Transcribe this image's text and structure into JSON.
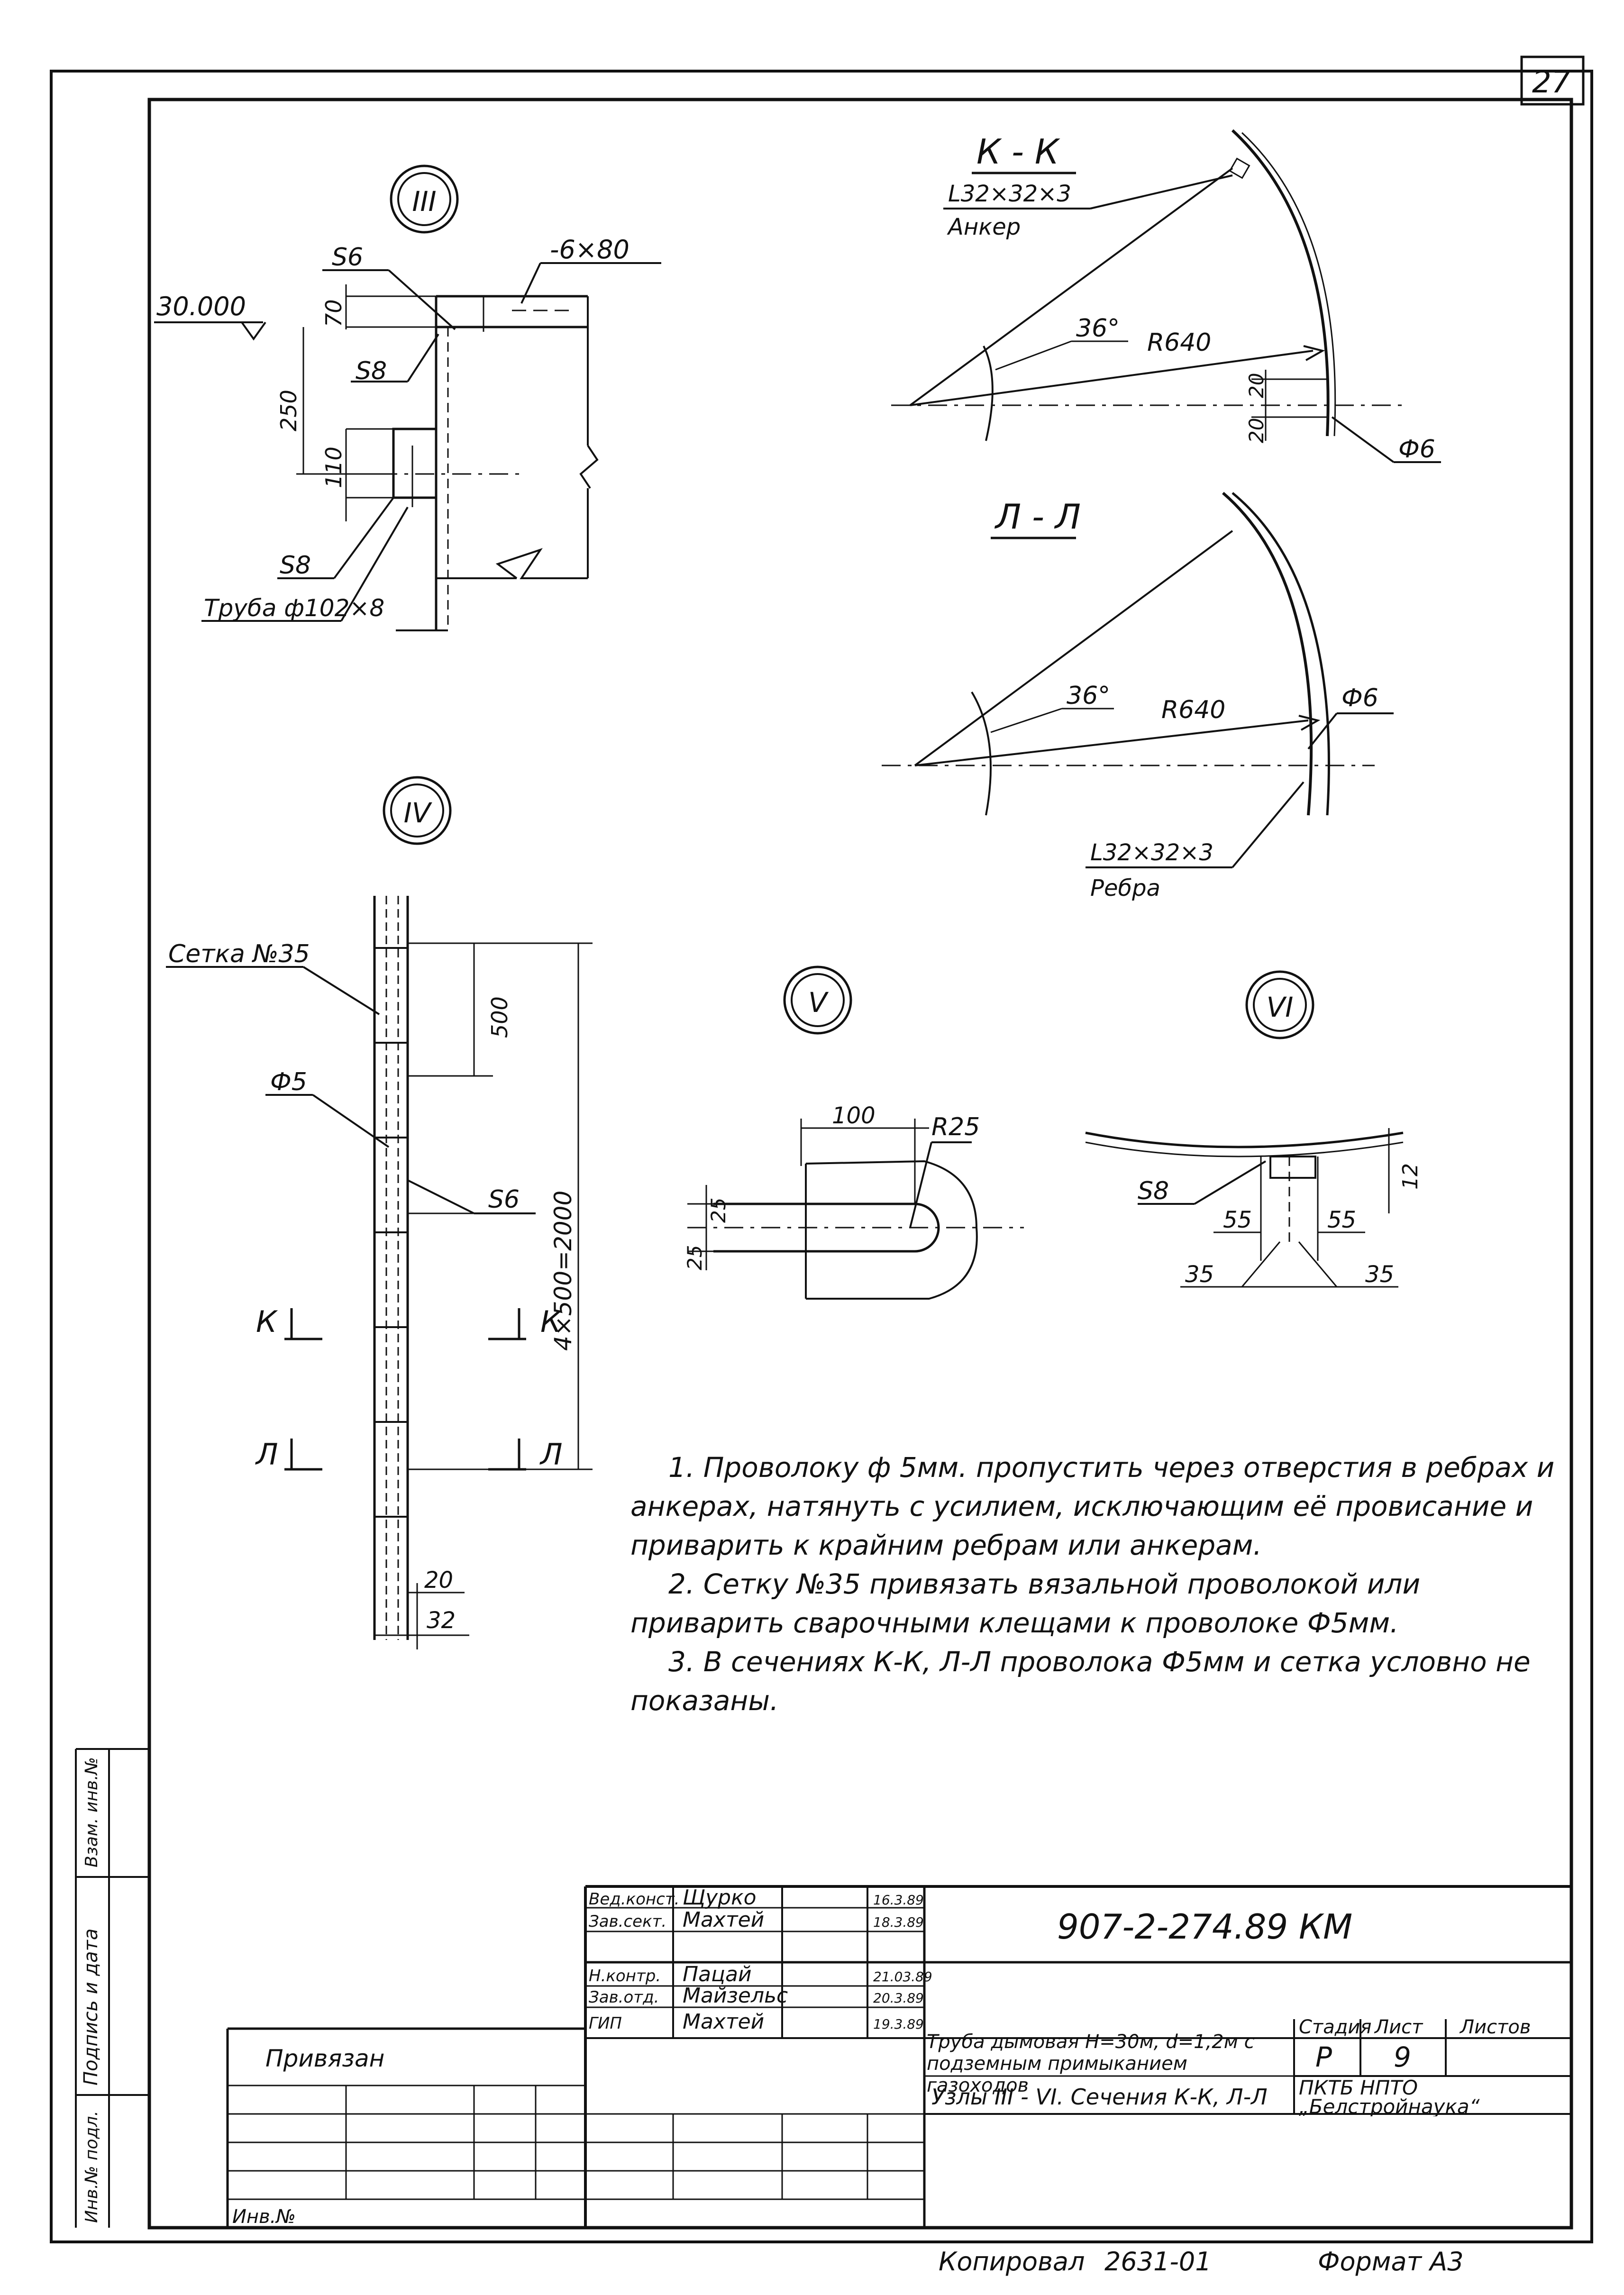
{
  "sheet_number": "27",
  "nodes": {
    "III": {
      "title": "III",
      "elevation": "30.000",
      "plate": "-6×80",
      "weld_top": "S6",
      "weld_mid": "S8",
      "weld_bottom": "S8",
      "dim_70": "70",
      "dim_250": "250",
      "dim_110": "110",
      "pipe": "Труба ф102×8"
    },
    "IV": {
      "title": "IV",
      "mesh": "Сетка №35",
      "wire": "Ф5",
      "weld": "S6",
      "dim_500": "500",
      "dim_total": "4×500=2000",
      "dim_20": "20",
      "dim_32": "32",
      "cut_k": "К",
      "cut_l": "Л"
    },
    "V": {
      "title": "V",
      "dim_100": "100",
      "radius": "R25",
      "dim_25a": "25",
      "dim_25b": "25"
    },
    "VI": {
      "title": "VI",
      "weld": "S8",
      "dim_55a": "55",
      "dim_55b": "55",
      "dim_35a": "35",
      "dim_35b": "35",
      "dim_12": "12"
    },
    "section_kk": {
      "title": "К - К",
      "angle_profile": "L32×32×3",
      "angle_role": "Анкер",
      "angle": "36°",
      "radius": "R640",
      "dim_20a": "20",
      "dim_20b": "20",
      "wire": "Ф6"
    },
    "section_ll": {
      "title": "Л - Л",
      "angle": "36°",
      "radius": "R640",
      "wire": "Ф6",
      "angle_profile": "L32×32×3",
      "angle_role": "Ребра"
    }
  },
  "notes": [
    "1. Проволоку ф 5мм. пропустить через отверстия в ребрах и анкерах, натянуть с усилием, исключающим её провисание и приварить к крайним ребрам или анкерам.",
    "2. Сетку №35 привязать вязальной проволокой или приварить сварочными клещами к проволоке Ф5мм.",
    "3. В сечениях К-К, Л-Л проволока Ф5мм и сетка условно не показаны."
  ],
  "title_block": {
    "doc_code": "907-2-274.89 КМ",
    "rows": [
      {
        "role": "Вед.конст.",
        "name": "Щурко",
        "date": "16.3.89"
      },
      {
        "role": "Зав.сект.",
        "name": "Махтей",
        "date": "18.3.89"
      },
      {
        "role": "Н.контр.",
        "name": "Пацай",
        "date": "21.03.89"
      },
      {
        "role": "Зав.отд.",
        "name": "Майзельс",
        "date": "20.3.89"
      },
      {
        "role": "ГИП",
        "name": "Махтей",
        "date": "19.3.89"
      }
    ],
    "title": "Труба дымовая Н=30м, d=1,2м с подземным примыканием газоходов",
    "subtitle": "Узлы III - VI. Сечения К-К, Л-Л",
    "stage_label": "Стадия",
    "sheet_label": "Лист",
    "sheets_label": "Листов",
    "stage": "Р",
    "sheet": "9",
    "org": "ПКТБ НПТО „Белстройнаука“",
    "linked": "Привязан",
    "inv": "Инв.№",
    "copied_label": "Копировал",
    "copied_num": "2631-01",
    "format": "Формат А3"
  },
  "side_stamp": {
    "col1": "Инв.№ подл.",
    "col2": "Подпись и дата",
    "col3": "Взам. инв.№"
  }
}
